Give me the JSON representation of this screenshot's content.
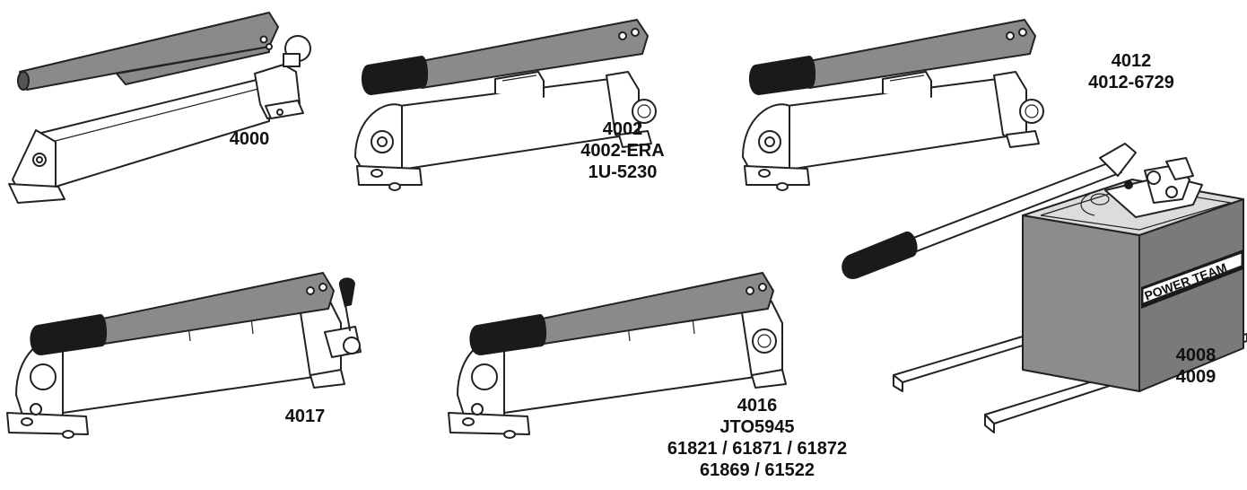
{
  "colors": {
    "handle": "#8a8a8a",
    "grip": "#1a1a1a",
    "body": "#ffffff",
    "outline": "#222222",
    "box": "#8c8c8c",
    "box_top": "#d9d9d9",
    "box_side": "#6f6f6f"
  },
  "pumps": [
    {
      "id": "p4000",
      "lines": [
        "4000"
      ]
    },
    {
      "id": "p4002",
      "lines": [
        "4002",
        "4002-ERA",
        "1U-5230"
      ]
    },
    {
      "id": "p4012",
      "lines": [
        "4012",
        "4012-6729"
      ]
    },
    {
      "id": "p4017",
      "lines": [
        "4017"
      ]
    },
    {
      "id": "p4016",
      "lines": [
        "4016",
        "JTO5945",
        "61821 / 61871 / 61872",
        "61869 / 61522"
      ]
    },
    {
      "id": "p4008",
      "lines": [
        "4008",
        "4009"
      ]
    }
  ],
  "brand_plate": "POWER TEAM"
}
